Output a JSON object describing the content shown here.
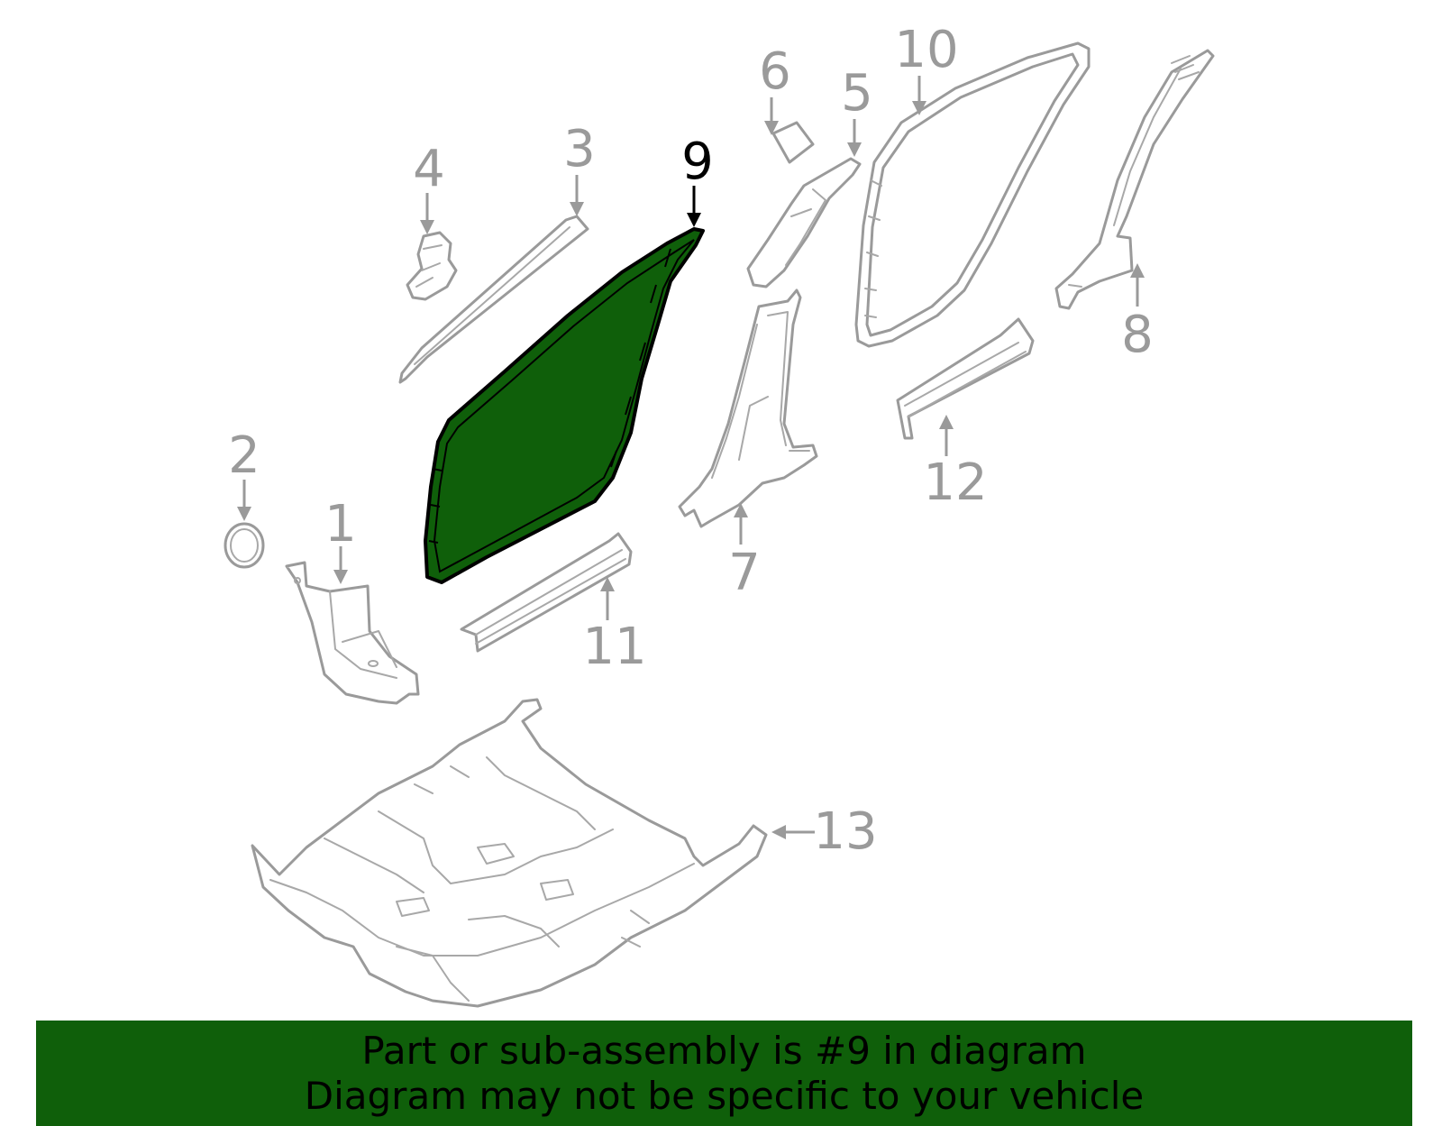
{
  "diagram": {
    "highlight_color": "#0f5f0a",
    "part_color": "#9a9a9a",
    "callouts": [
      "1",
      "2",
      "3",
      "4",
      "5",
      "6",
      "7",
      "8",
      "9",
      "10",
      "11",
      "12",
      "13"
    ],
    "selected_callout": "9"
  },
  "banner": {
    "line1": "Part or sub-assembly is #9 in diagram",
    "line2": "Diagram may not be specific to your vehicle",
    "background": "#0f5f0a"
  }
}
